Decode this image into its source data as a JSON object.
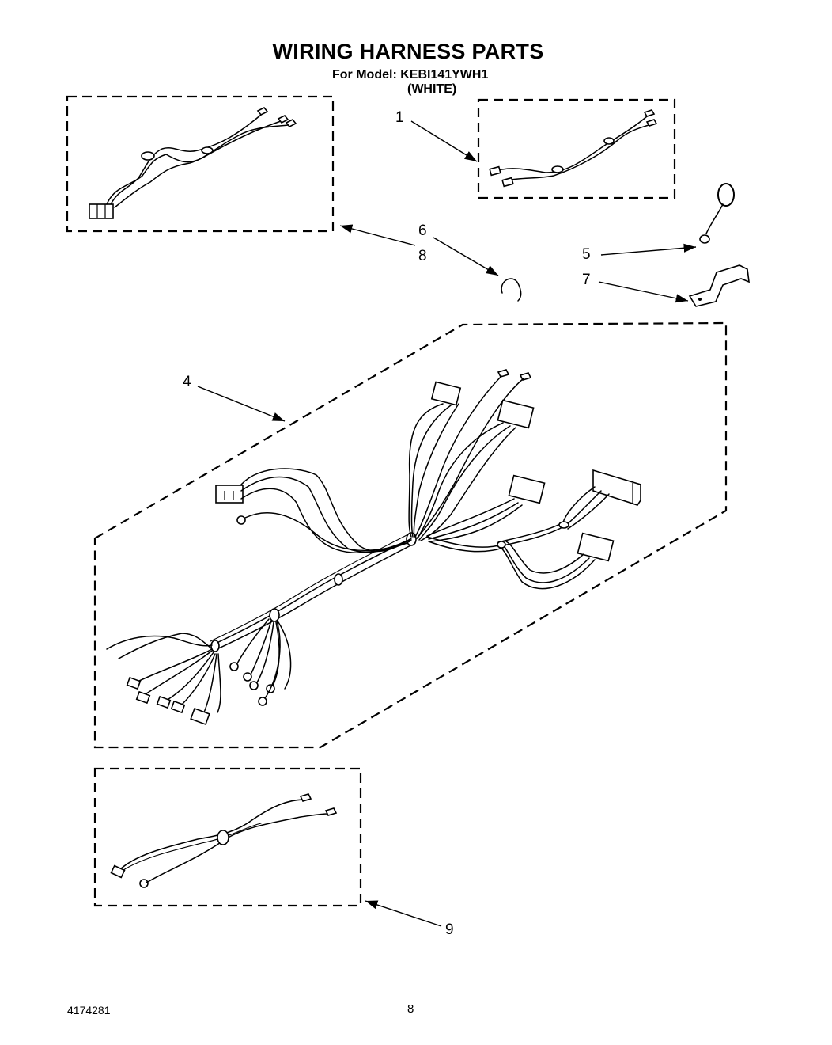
{
  "header": {
    "title": "WIRING HARNESS PARTS",
    "model_line": "For Model: KEBI141YWH1",
    "color_line": "(WHITE)"
  },
  "callouts": {
    "c1": "1",
    "c4": "4",
    "c5": "5",
    "c6": "6",
    "c7": "7",
    "c8": "8",
    "c9": "9"
  },
  "footer": {
    "doc_number": "4174281",
    "page_number": "8"
  }
}
